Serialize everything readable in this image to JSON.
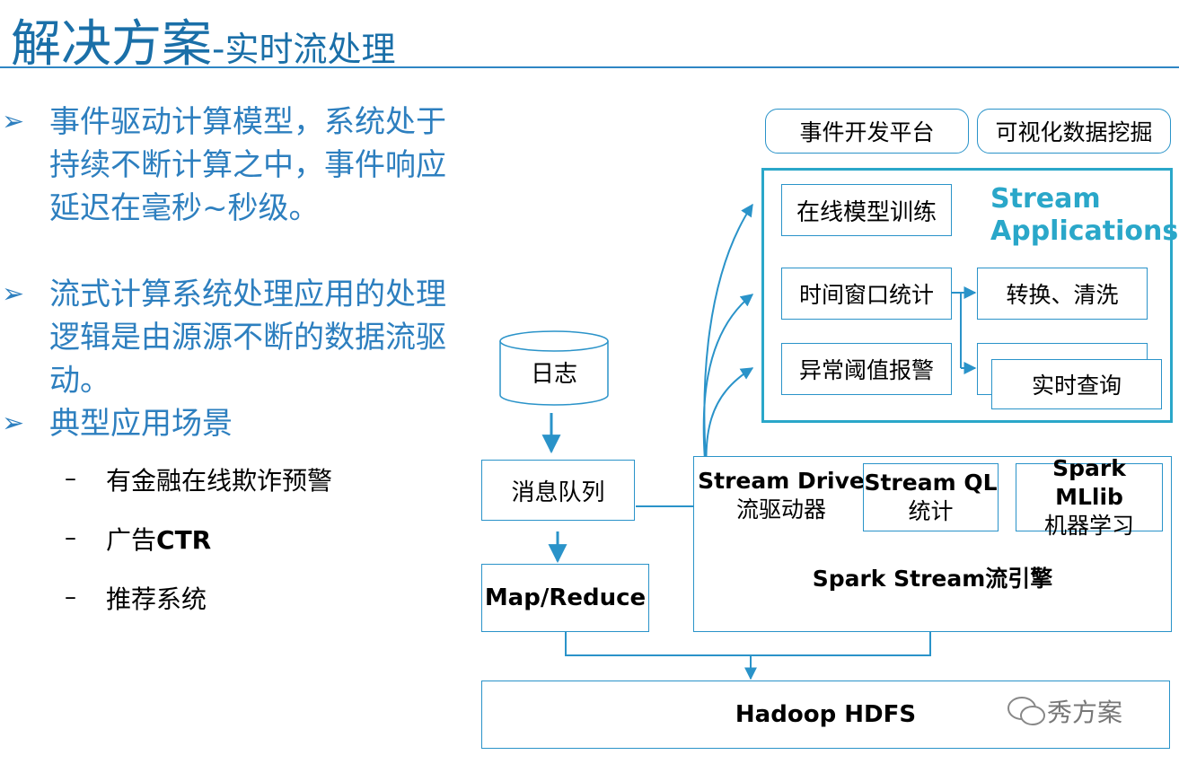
{
  "title": {
    "main": "解决方案",
    "dash": "-",
    "sub": "实时流处理"
  },
  "bullets": [
    {
      "text": "事件驱动计算模型，系统处于持续不断计算之中，事件响应延迟在毫秒~秒级。"
    },
    {
      "text": "流式计算系统处理应用的处理逻辑是由源源不断的数据流驱动。"
    },
    {
      "text": "典型应用场景"
    }
  ],
  "sub_items": [
    {
      "dash": "–",
      "text": "有金融在线欺诈预警"
    },
    {
      "dash": "–",
      "text": "广告",
      "bold": "CTR"
    },
    {
      "dash": "–",
      "text": "推荐系统"
    }
  ],
  "diagram": {
    "log": "日志",
    "mq": "消息队列",
    "mapreduce": "Map/Reduce",
    "hdfs": "Hadoop HDFS",
    "event_platform": "事件开发平台",
    "visual_mining": "可视化数据挖掘",
    "stream_applications": [
      "Stream",
      "Applications"
    ],
    "online_training": "在线模型训练",
    "time_window": "时间窗口统计",
    "transform_clean": "转换、清洗",
    "anomaly_alert": "异常阈值报警",
    "realtime_query": "实时查询",
    "stream_drive": [
      "Stream Drive",
      "流驱动器"
    ],
    "stream_ql": [
      "Stream QL",
      "统计"
    ],
    "spark_mllib": [
      "Spark MLlib",
      "机器学习"
    ],
    "spark_stream": "Spark Stream流引擎"
  },
  "watermark": {
    "text": "秀方案"
  },
  "colors": {
    "title": "#1a6fa8",
    "bullet": "#2d7fbf",
    "box_border": "#2a93c9",
    "stream_accent": "#2aa7c9"
  }
}
